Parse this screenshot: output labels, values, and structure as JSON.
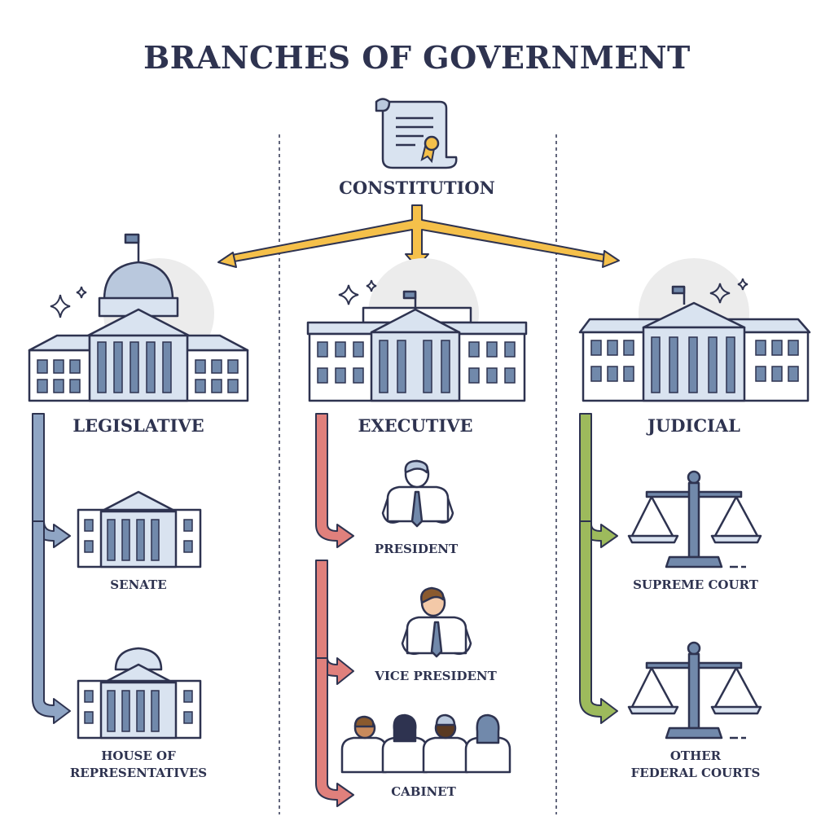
{
  "title": "BRANCHES OF GOVERNMENT",
  "constitution": {
    "label": "CONSTITUTION"
  },
  "branches": [
    {
      "label": "LEGISLATIVE",
      "color": "#8fa5c4",
      "children": [
        "SENATE",
        "HOUSE OF\nREPRESENTATIVES"
      ]
    },
    {
      "label": "EXECUTIVE",
      "color": "#e0807c",
      "children": [
        "PRESIDENT",
        "VICE PRESIDENT",
        "CABINET"
      ]
    },
    {
      "label": "JUDICIAL",
      "color": "#9dba5c",
      "children": [
        "SUPREME COURT",
        "OTHER\nFEDERAL COURTS"
      ]
    }
  ],
  "colors": {
    "outline": "#2e3350",
    "building": "#d9e3f0",
    "column": "#7189ab",
    "arrow_main": "#f5c04a",
    "sparkle": "#2e3350",
    "halo": "#ececec"
  }
}
